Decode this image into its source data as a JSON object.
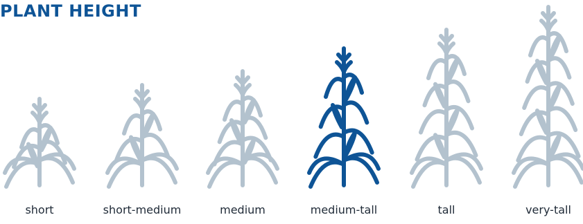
{
  "title": "PLANT HEIGHT",
  "colors": {
    "title": "#0e5496",
    "inactive_plant": "#b3c2ce",
    "active_plant": "#0e5496",
    "label_text": "#1f2a37"
  },
  "selected": "medium-tall",
  "plants": [
    {
      "label": "short",
      "icon": "corn-plant-icon",
      "height_rank": 1
    },
    {
      "label": "short-medium",
      "icon": "corn-plant-icon",
      "height_rank": 2
    },
    {
      "label": "medium",
      "icon": "corn-plant-icon",
      "height_rank": 3
    },
    {
      "label": "medium-tall",
      "icon": "corn-plant-icon",
      "height_rank": 4
    },
    {
      "label": "tall",
      "icon": "corn-plant-icon",
      "height_rank": 5
    },
    {
      "label": "very-tall",
      "icon": "corn-plant-icon",
      "height_rank": 6
    }
  ]
}
